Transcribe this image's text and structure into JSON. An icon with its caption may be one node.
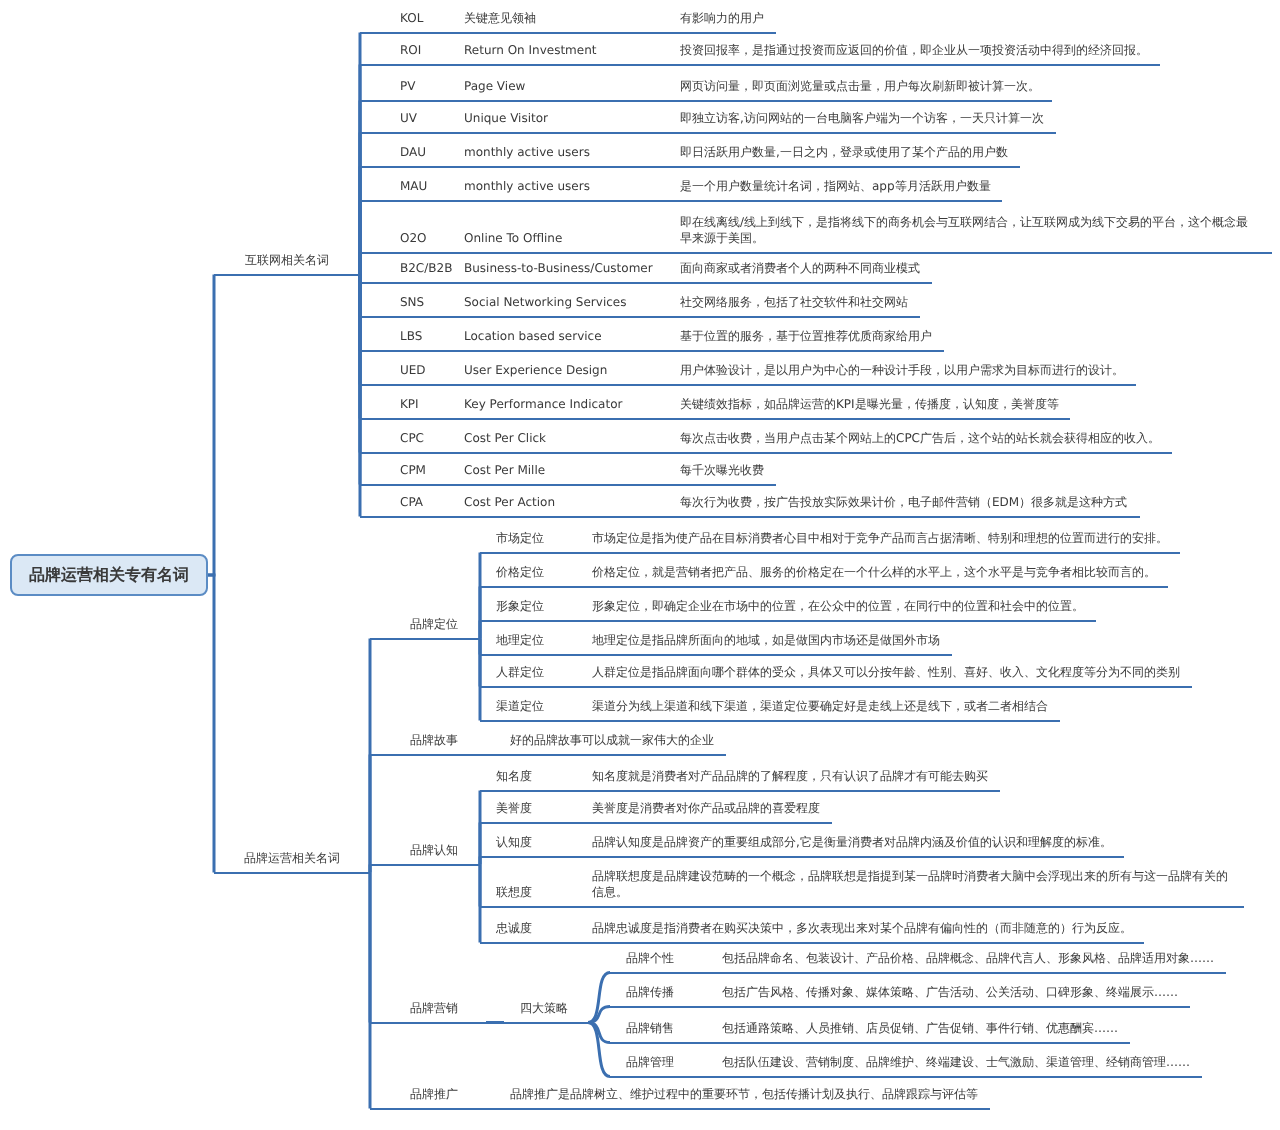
{
  "diagram": {
    "nodes": [
      {
        "text": [
          "品牌运营相关专有名词"
        ]
      },
      {
        "text": [
          "互联网相关名词"
        ]
      },
      {
        "text": [
          "KOL",
          "关键意见领袖",
          "有影响力的用户"
        ]
      },
      {
        "text": [
          "ROI",
          "Return On Investment",
          "投资回报率，是指通过投资而应返回的价值，即企业从一项投资活动中得到的经济回报。"
        ]
      },
      {
        "text": [
          "PV",
          "Page View",
          "网页访问量，即页面浏览量或点击量，用户每次刷新即被计算一次。"
        ]
      },
      {
        "text": [
          "UV",
          "Unique Visitor",
          "即独立访客,访问网站的一台电脑客户端为一个访客，一天只计算一次"
        ]
      },
      {
        "text": [
          "DAU",
          "monthly active users",
          "即日活跃用户数量,一日之内，登录或使用了某个产品的用户数"
        ]
      },
      {
        "text": [
          "MAU",
          "monthly active users",
          "是一个用户数量统计名词，指网站、app等月活跃用户数量"
        ]
      },
      {
        "text": [
          "O2O",
          "Online To Offline",
          "即在线离线/线上到线下，是指将线下的商务机会与互联网结合，让互联网成为线下交易的平台，这个概念最早来源于美国。"
        ]
      },
      {
        "text": [
          "B2C/B2B",
          "Business-to-Business/Customer",
          "面向商家或者消费者个人的两种不同商业模式"
        ]
      },
      {
        "text": [
          "SNS",
          "Social Networking Services",
          "社交网络服务，包括了社交软件和社交网站"
        ]
      },
      {
        "text": [
          "LBS",
          "Location based service",
          "基于位置的服务，基于位置推荐优质商家给用户"
        ]
      },
      {
        "text": [
          "UED",
          "User Experience Design",
          "用户体验设计，是以用户为中心的一种设计手段，以用户需求为目标而进行的设计。"
        ]
      },
      {
        "text": [
          "KPI",
          "Key Performance Indicator",
          "关键绩效指标，如品牌运营的KPI是曝光量，传播度，认知度，美誉度等"
        ]
      },
      {
        "text": [
          "CPC",
          "Cost Per Click",
          "每次点击收费，当用户点击某个网站上的CPC广告后，这个站的站长就会获得相应的收入。"
        ]
      },
      {
        "text": [
          "CPM",
          "Cost Per Mille",
          "每千次曝光收费"
        ]
      },
      {
        "text": [
          "CPA",
          "Cost Per Action",
          "每次行为收费，按广告投放实际效果计价，电子邮件营销（EDM）很多就是这种方式"
        ]
      },
      {
        "text": [
          "品牌运营相关名词"
        ]
      },
      {
        "text": [
          "品牌定位"
        ]
      },
      {
        "text": [
          "市场定位",
          "市场定位是指为使产品在目标消费者心目中相对于竞争产品而言占据清晰、特别和理想的位置而进行的安排。"
        ]
      },
      {
        "text": [
          "价格定位",
          "价格定位，就是营销者把产品、服务的价格定在一个什么样的水平上，这个水平是与竞争者相比较而言的。"
        ]
      },
      {
        "text": [
          "形象定位",
          "形象定位，即确定企业在市场中的位置，在公众中的位置，在同行中的位置和社会中的位置。"
        ]
      },
      {
        "text": [
          "地理定位",
          "地理定位是指品牌所面向的地域，如是做国内市场还是做国外市场"
        ]
      },
      {
        "text": [
          "人群定位",
          "人群定位是指品牌面向哪个群体的受众，具体又可以分按年龄、性别、喜好、收入、文化程度等分为不同的类别"
        ]
      },
      {
        "text": [
          "渠道定位",
          "渠道分为线上渠道和线下渠道，渠道定位要确定好是走线上还是线下，或者二者相结合"
        ]
      },
      {
        "text": [
          "品牌故事",
          "好的品牌故事可以成就一家伟大的企业"
        ]
      },
      {
        "text": [
          "品牌认知"
        ]
      },
      {
        "text": [
          "知名度",
          "知名度就是消费者对产品品牌的了解程度，只有认识了品牌才有可能去购买"
        ]
      },
      {
        "text": [
          "美誉度",
          "美誉度是消费者对你产品或品牌的喜爱程度"
        ]
      },
      {
        "text": [
          "认知度",
          "品牌认知度是品牌资产的重要组成部分,它是衡量消费者对品牌内涵及价值的认识和理解度的标准。"
        ]
      },
      {
        "text": [
          "联想度",
          "品牌联想度是品牌建设范畴的一个概念，品牌联想是指提到某一品牌时消费者大脑中会浮现出来的所有与这一品牌有关的信息。"
        ]
      },
      {
        "text": [
          "忠诚度",
          "品牌忠诚度是指消费者在购买决策中，多次表现出来对某个品牌有偏向性的（而非随意的）行为反应。"
        ]
      },
      {
        "text": [
          "品牌营销"
        ]
      },
      {
        "text": [
          "四大策略"
        ]
      },
      {
        "text": [
          "品牌个性",
          "包括品牌命名、包装设计、产品价格、品牌概念、品牌代言人、形象风格、品牌适用对象……"
        ]
      },
      {
        "text": [
          "品牌传播",
          "包括广告风格、传播对象、媒体策略、广告活动、公关活动、口碑形象、终端展示……"
        ]
      },
      {
        "text": [
          "品牌销售",
          "包括通路策略、人员推销、店员促销、广告促销、事件行销、优惠酬宾……"
        ]
      },
      {
        "text": [
          "品牌管理",
          "包括队伍建设、营销制度、品牌维护、终端建设、士气激励、渠道管理、经销商管理……"
        ]
      },
      {
        "text": [
          "品牌推广",
          "品牌推广是品牌树立、维护过程中的重要环节，包括传播计划及执行、品牌跟踪与评估等"
        ]
      }
    ],
    "edges": [
      {
        "from": 0,
        "to": 1,
        "arrow": "none"
      },
      {
        "from": 1,
        "to": 2,
        "arrow": "none"
      },
      {
        "from": 1,
        "to": 3,
        "arrow": "none"
      },
      {
        "from": 1,
        "to": 4,
        "arrow": "none"
      },
      {
        "from": 1,
        "to": 5,
        "arrow": "none"
      },
      {
        "from": 1,
        "to": 6,
        "arrow": "none"
      },
      {
        "from": 1,
        "to": 7,
        "arrow": "none"
      },
      {
        "from": 1,
        "to": 8,
        "arrow": "none"
      },
      {
        "from": 1,
        "to": 9,
        "arrow": "none"
      },
      {
        "from": 1,
        "to": 10,
        "arrow": "none"
      },
      {
        "from": 1,
        "to": 11,
        "arrow": "none"
      },
      {
        "from": 1,
        "to": 12,
        "arrow": "none"
      },
      {
        "from": 1,
        "to": 13,
        "arrow": "none"
      },
      {
        "from": 1,
        "to": 14,
        "arrow": "none"
      },
      {
        "from": 1,
        "to": 15,
        "arrow": "none"
      },
      {
        "from": 1,
        "to": 16,
        "arrow": "none"
      },
      {
        "from": 0,
        "to": 17,
        "arrow": "none"
      },
      {
        "from": 17,
        "to": 18,
        "arrow": "none"
      },
      {
        "from": 18,
        "to": 19,
        "arrow": "none"
      },
      {
        "from": 18,
        "to": 20,
        "arrow": "none"
      },
      {
        "from": 18,
        "to": 21,
        "arrow": "none"
      },
      {
        "from": 18,
        "to": 22,
        "arrow": "none"
      },
      {
        "from": 18,
        "to": 23,
        "arrow": "none"
      },
      {
        "from": 18,
        "to": 24,
        "arrow": "none"
      },
      {
        "from": 17,
        "to": 25,
        "arrow": "none"
      },
      {
        "from": 17,
        "to": 26,
        "arrow": "none"
      },
      {
        "from": 26,
        "to": 27,
        "arrow": "none"
      },
      {
        "from": 26,
        "to": 28,
        "arrow": "none"
      },
      {
        "from": 26,
        "to": 29,
        "arrow": "none"
      },
      {
        "from": 26,
        "to": 30,
        "arrow": "none"
      },
      {
        "from": 26,
        "to": 31,
        "arrow": "none"
      },
      {
        "from": 17,
        "to": 32,
        "arrow": "none"
      },
      {
        "from": 32,
        "to": 33,
        "arrow": "none"
      },
      {
        "from": 33,
        "to": 34,
        "arrow": "none"
      },
      {
        "from": 33,
        "to": 35,
        "arrow": "none"
      },
      {
        "from": 33,
        "to": 36,
        "arrow": "none"
      },
      {
        "from": 33,
        "to": 37,
        "arrow": "none"
      },
      {
        "from": 17,
        "to": 38,
        "arrow": "none"
      }
    ]
  }
}
